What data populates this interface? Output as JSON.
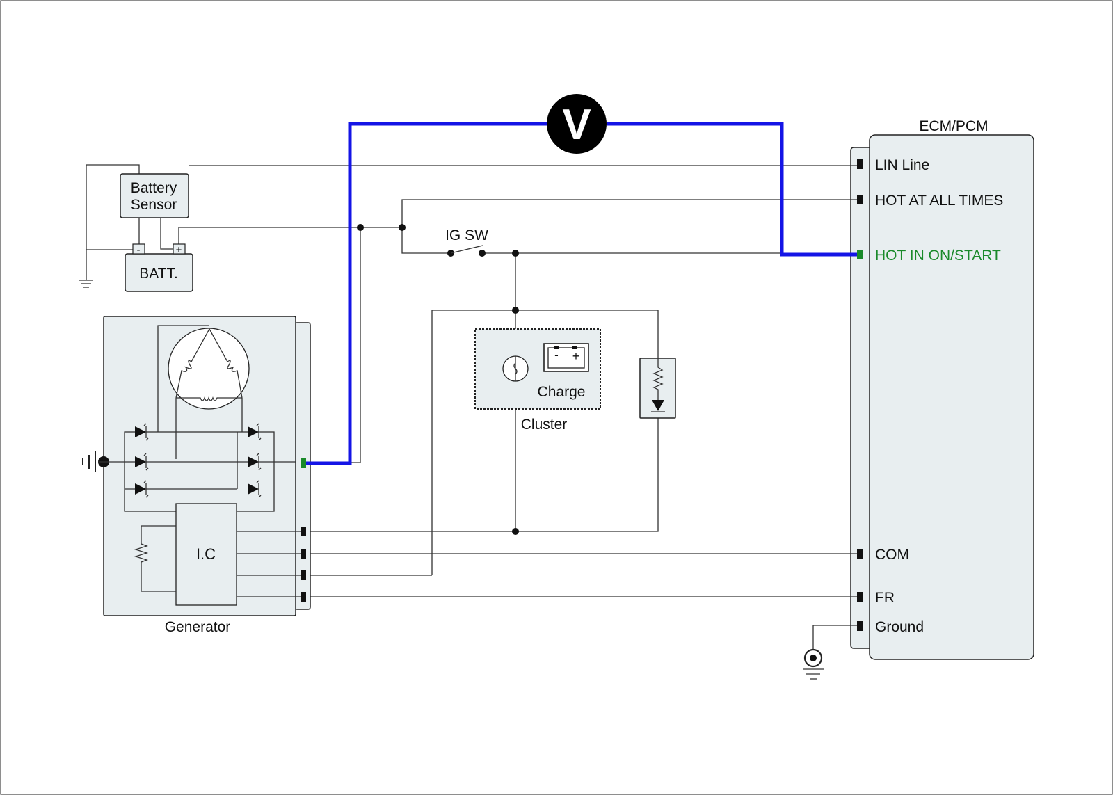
{
  "colors": {
    "background": "#ffffff",
    "component_fill": "#e8eef0",
    "wire": "#333333",
    "measurement_lead": "#1414e6",
    "active_terminal": "#1a8a2a",
    "ecm_hot_label": "#1a8a2a"
  },
  "meter": {
    "symbol": "V"
  },
  "ecm": {
    "title": "ECM/PCM",
    "terminals": {
      "lin": "LIN Line",
      "hot_all": "HOT AT ALL TIMES",
      "hot_on": "HOT IN ON/START",
      "com": "COM",
      "fr": "FR",
      "ground": "Ground"
    }
  },
  "battery_sensor": {
    "line1": "Battery",
    "line2": "Sensor"
  },
  "battery": {
    "label": "BATT.",
    "neg": "-",
    "pos": "+"
  },
  "ignition": {
    "label": "IG SW"
  },
  "cluster": {
    "label": "Cluster",
    "lamp_label": "Charge",
    "neg": "-",
    "pos": "+"
  },
  "generator": {
    "label": "Generator",
    "ic_label": "I.C"
  }
}
